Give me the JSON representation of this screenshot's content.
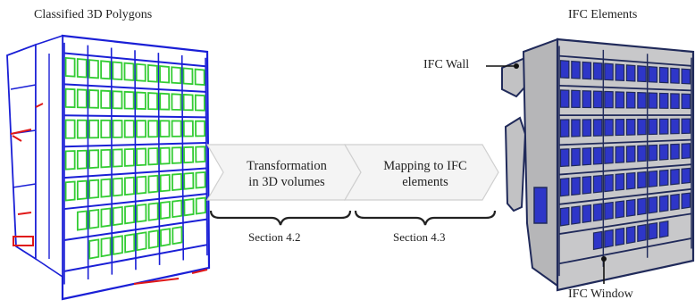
{
  "left_title": "Classified 3D Polygons",
  "right_title": "IFC Elements",
  "step1": {
    "line1": "Transformation",
    "line2": "in 3D volumes"
  },
  "step2": {
    "line1": "Mapping to IFC",
    "line2": "elements"
  },
  "section1": "Section 4.2",
  "section2": "Section 4.3",
  "label_wall": "IFC Wall",
  "label_window": "IFC Window",
  "colors": {
    "edge_blue": "#1a1fd6",
    "window_green": "#33cc33",
    "error_red": "#e01818",
    "wall_gray": "#c2c2c4",
    "window_blue": "#2e36c8",
    "outline_navy": "#202a5a"
  }
}
